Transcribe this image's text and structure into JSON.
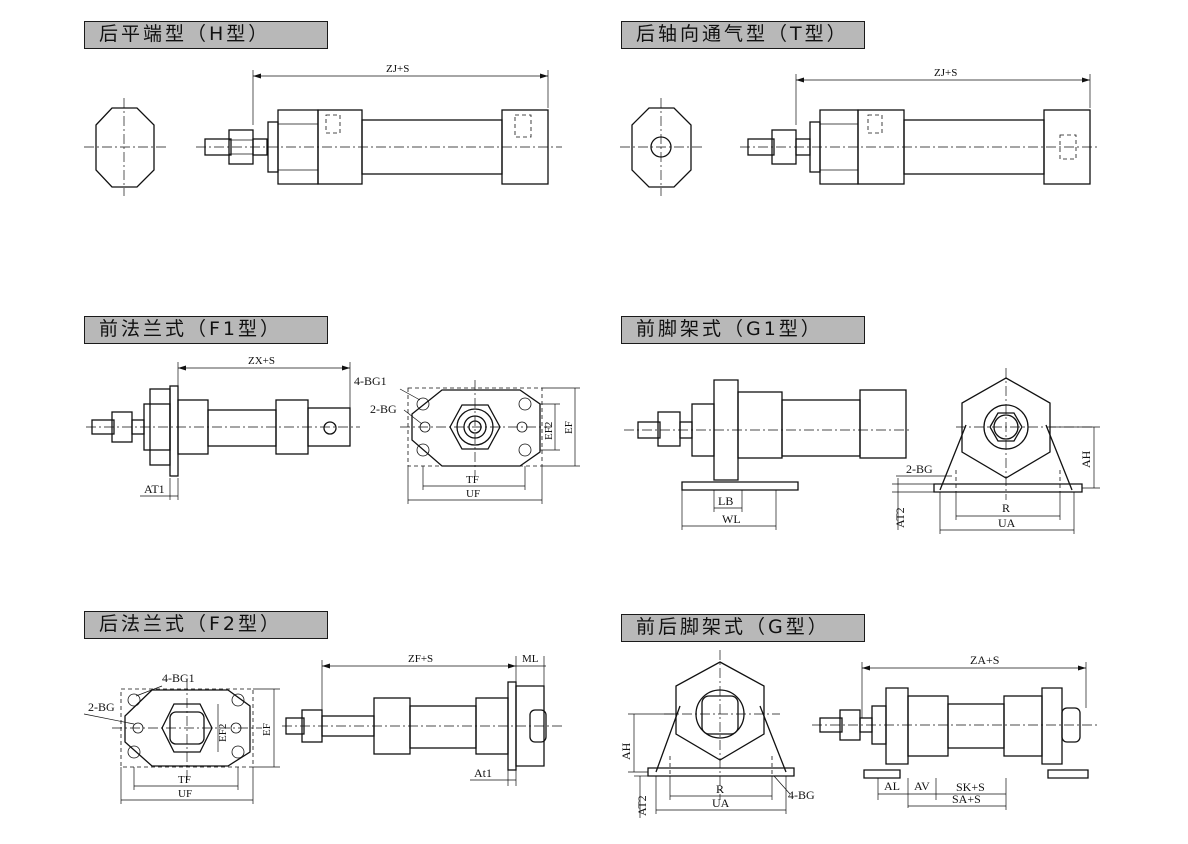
{
  "sections": {
    "h": {
      "title": "后平端型（H型）"
    },
    "t": {
      "title": "后轴向通气型（T型）"
    },
    "f1": {
      "title": "前法兰式（F1型）"
    },
    "g1": {
      "title": "前脚架式（G1型）"
    },
    "f2": {
      "title": "后法兰式（F2型）"
    },
    "g": {
      "title": "前后脚架式（G型）"
    }
  },
  "labels": {
    "h_zj": "ZJ+S",
    "t_zj": "ZJ+S",
    "f1_zx": "ZX+S",
    "f1_at1": "AT1",
    "f1_4bg1": "4-BG1",
    "f1_2bg": "2-BG",
    "f1_ef2": "EF2",
    "f1_ef": "EF",
    "f1_tf": "TF",
    "f1_uf": "UF",
    "g1_lb": "LB",
    "g1_wl": "WL",
    "g1_2bg": "2-BG",
    "g1_at2": "AT2",
    "g1_r": "R",
    "g1_ua": "UA",
    "g1_ah": "AH",
    "f2_4bg1": "4-BG1",
    "f2_2bg": "2-BG",
    "f2_ef2": "EF2",
    "f2_ef": "EF",
    "f2_tf": "TF",
    "f2_uf": "UF",
    "f2_zf": "ZF+S",
    "f2_ml": "ML",
    "f2_at1": "At1",
    "g_ah": "AH",
    "g_at2": "AT2",
    "g_r": "R",
    "g_ua": "UA",
    "g_4bg": "4-BG",
    "g_za": "ZA+S",
    "g_al": "AL",
    "g_av": "AV",
    "g_sk": "SK+S",
    "g_sa": "SA+S"
  },
  "colors": {
    "title_bg": "#b8b8b8",
    "line": "#111111"
  }
}
